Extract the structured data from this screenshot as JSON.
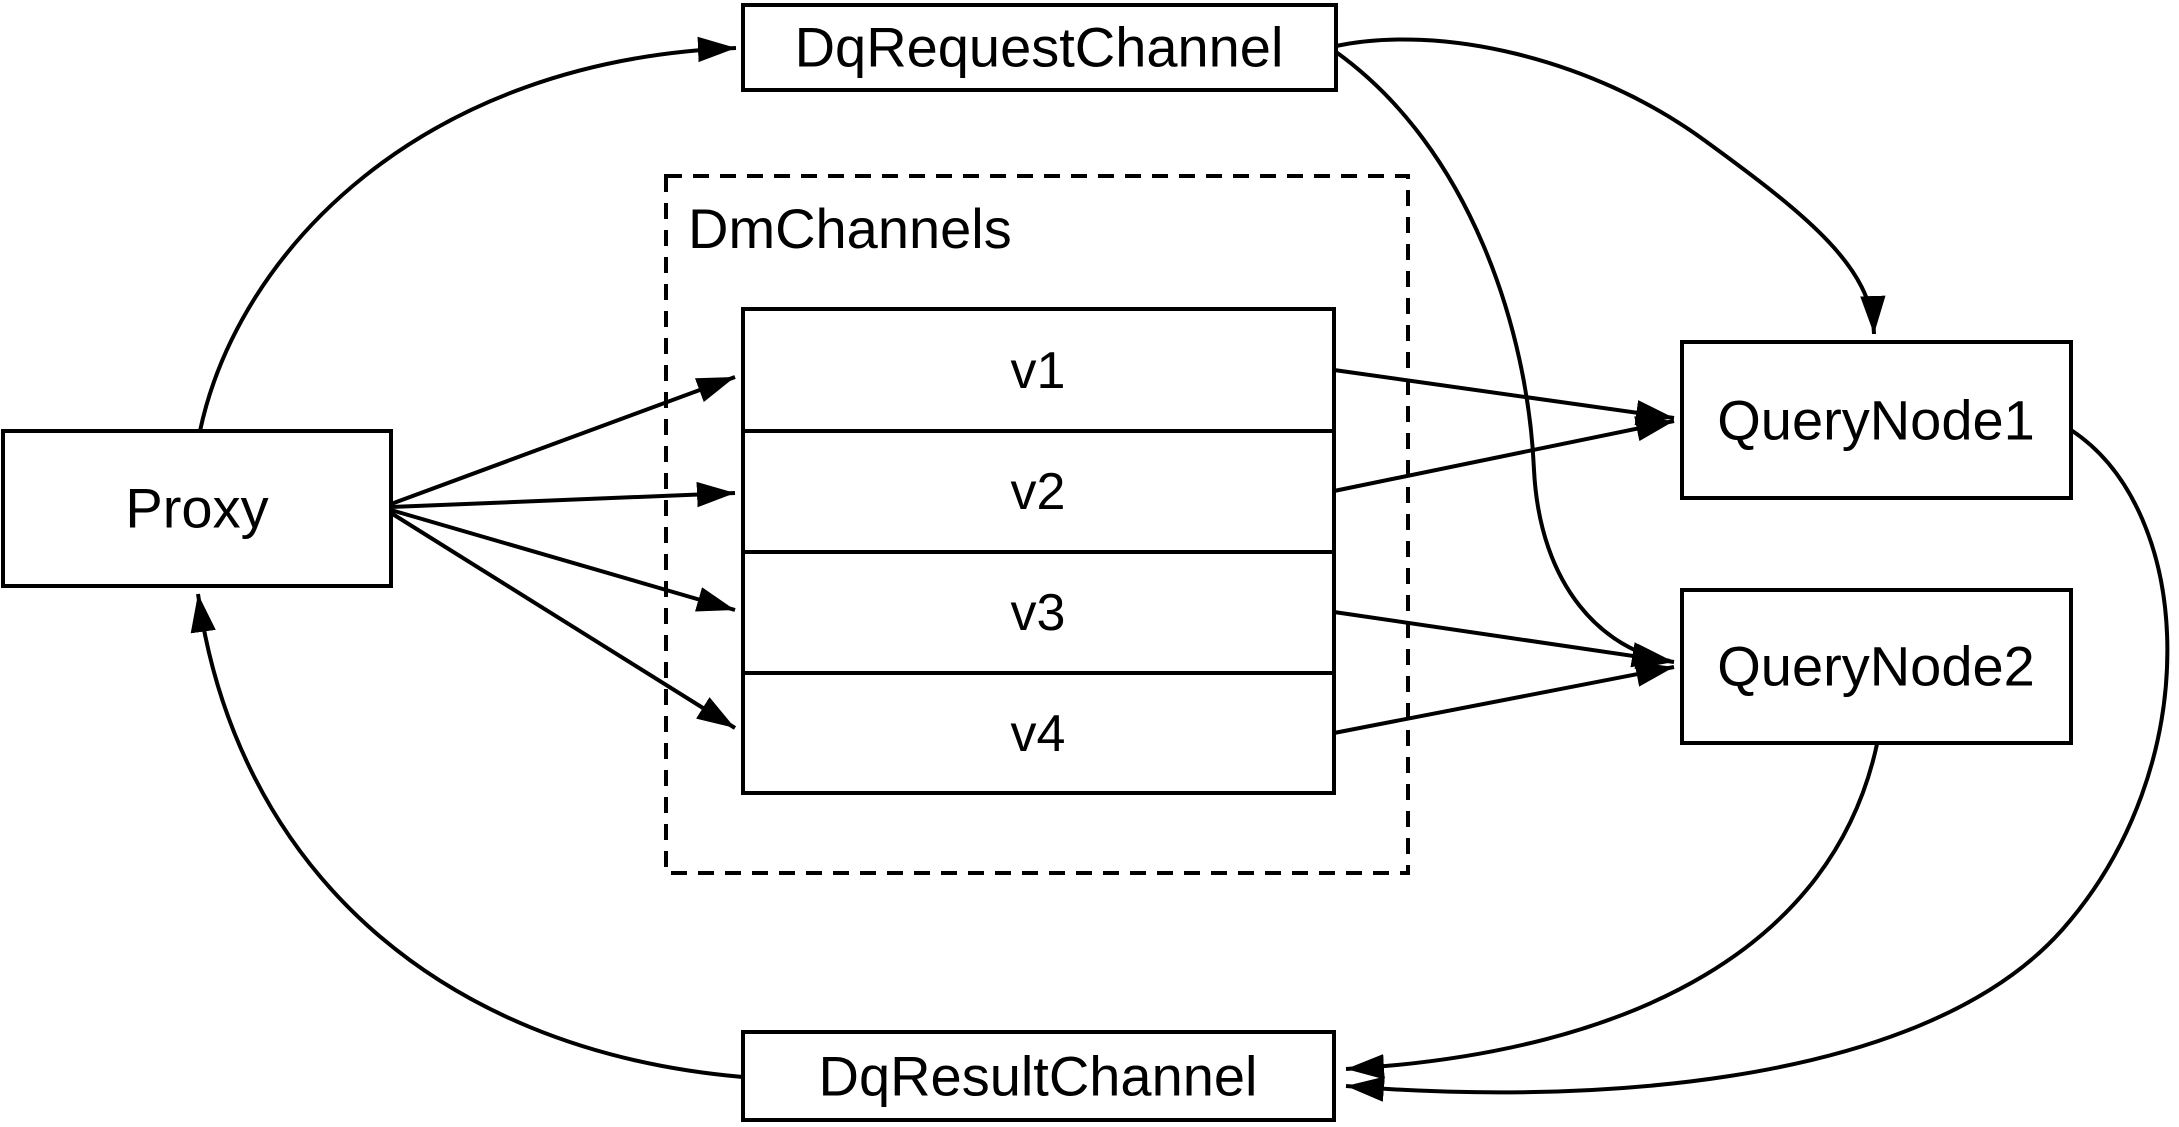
{
  "colors": {
    "ink": "#000000",
    "background": "#ffffff"
  },
  "nodes": {
    "proxy": {
      "label": "Proxy"
    },
    "dq_request_channel": {
      "label": "DqRequestChannel"
    },
    "dm_channels": {
      "label": "DmChannels",
      "channels": [
        {
          "label": "v1"
        },
        {
          "label": "v2"
        },
        {
          "label": "v3"
        },
        {
          "label": "v4"
        }
      ]
    },
    "query_node1": {
      "label": "QueryNode1"
    },
    "query_node2": {
      "label": "QueryNode2"
    },
    "dq_result_channel": {
      "label": "DqResultChannel"
    }
  },
  "edges": [
    {
      "from": "Proxy",
      "to": "DqRequestChannel"
    },
    {
      "from": "Proxy",
      "to": "v1"
    },
    {
      "from": "Proxy",
      "to": "v2"
    },
    {
      "from": "Proxy",
      "to": "v3"
    },
    {
      "from": "Proxy",
      "to": "v4"
    },
    {
      "from": "v1",
      "to": "QueryNode1"
    },
    {
      "from": "v2",
      "to": "QueryNode1"
    },
    {
      "from": "v3",
      "to": "QueryNode2"
    },
    {
      "from": "v4",
      "to": "QueryNode2"
    },
    {
      "from": "DqRequestChannel",
      "to": "QueryNode1"
    },
    {
      "from": "DqRequestChannel",
      "to": "QueryNode2"
    },
    {
      "from": "QueryNode1",
      "to": "DqResultChannel"
    },
    {
      "from": "QueryNode2",
      "to": "DqResultChannel"
    },
    {
      "from": "DqResultChannel",
      "to": "Proxy"
    }
  ]
}
